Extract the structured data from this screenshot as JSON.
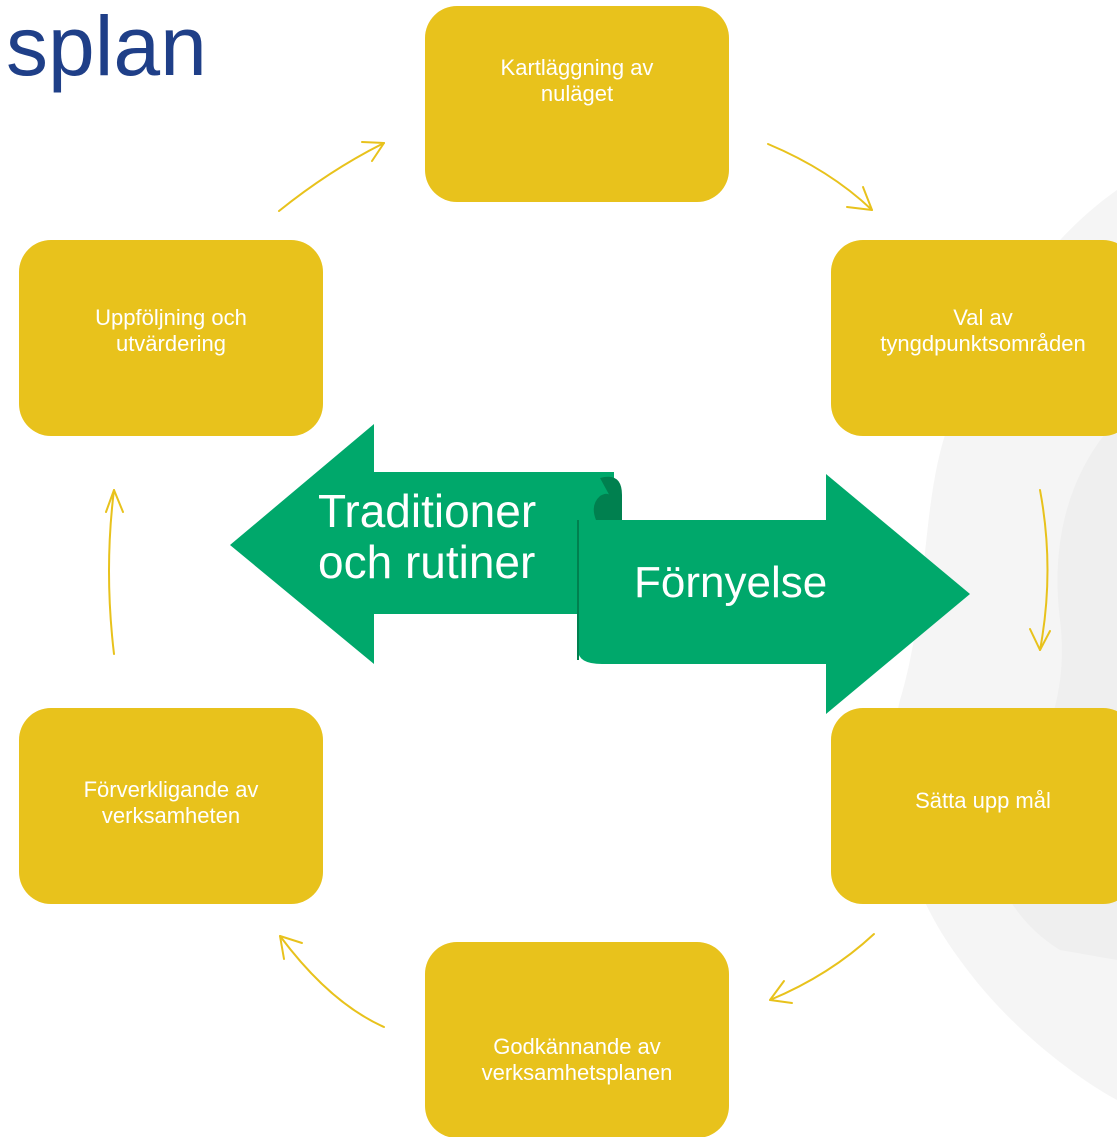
{
  "title": "splan",
  "cycle_steps": [
    "Kartläggning av\nnuläget",
    "Val av\ntyngdpunktsområden",
    "Sätta upp mål",
    "Godkännande av\nverksamhetsplanen",
    "Förverkligande av\nverksamheten",
    "Uppföljning och\nutvärdering"
  ],
  "center_arrows": {
    "left_label": "Traditioner\noch rutiner",
    "right_label": "Förnyelse"
  },
  "colors": {
    "title": "#1f3f88",
    "step_box": "#e8c21c",
    "cycle_arrow": "#e8c21c",
    "center_arrow": "#00a86b",
    "center_arrow_fold": "#00804f"
  }
}
